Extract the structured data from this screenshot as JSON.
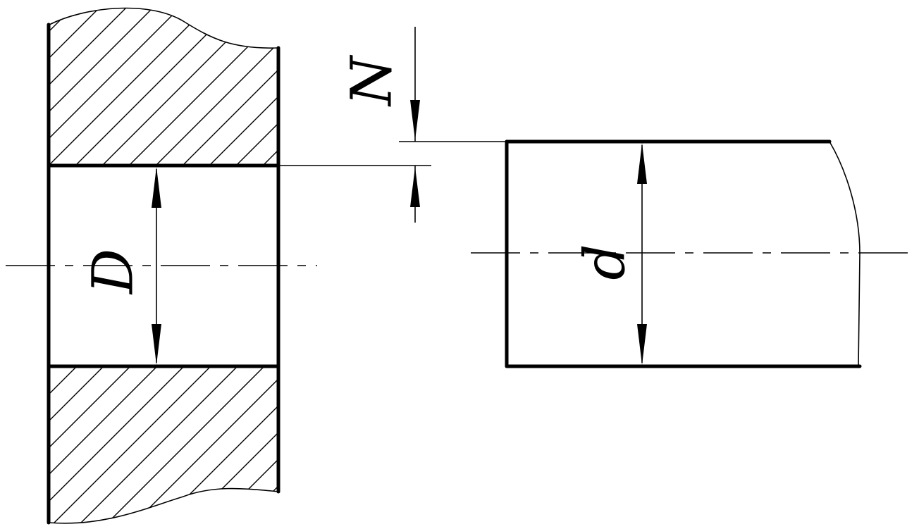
{
  "labels": {
    "hole_diameter": "D",
    "shaft_diameter": "d",
    "interference": "N"
  }
}
